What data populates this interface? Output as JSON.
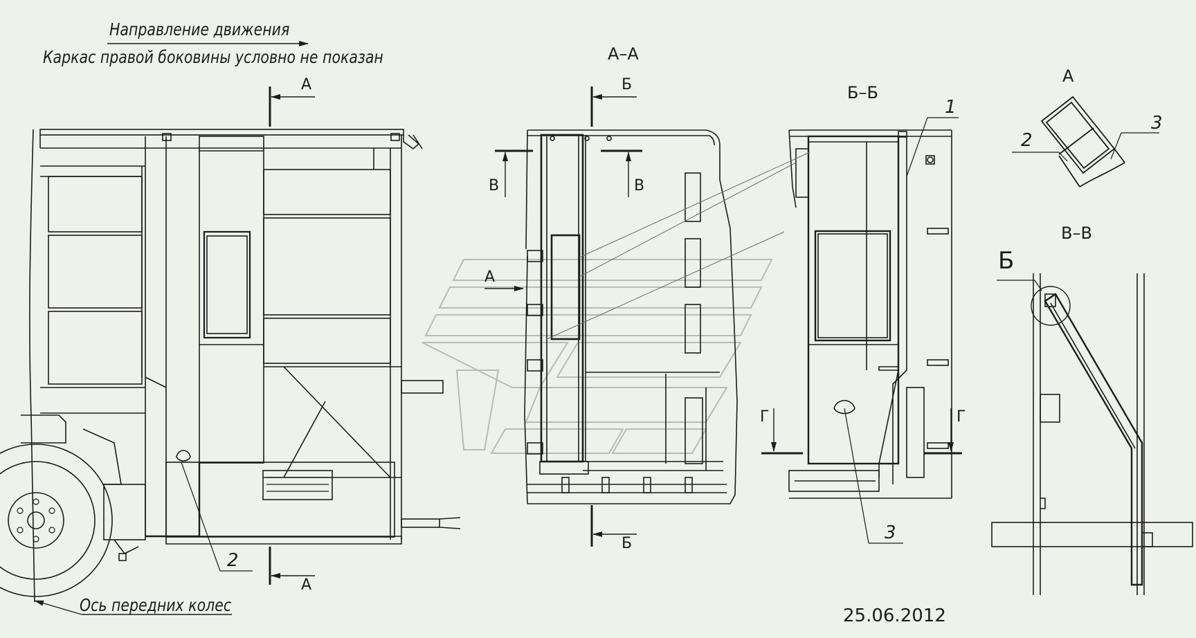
{
  "notes": {
    "direction_of_travel": "Направление движения",
    "frame_note": "Каркас правой боковины условно не показан",
    "front_axle": "Ось передних колес"
  },
  "sections": {
    "aa": "А–А",
    "bb": "Б–Б",
    "vv": "В–В",
    "view_a": "А"
  },
  "cut_letters": {
    "a": "А",
    "b": "Б",
    "v": "В",
    "g": "Г"
  },
  "callouts": {
    "p1": "1",
    "p2": "2",
    "p3": "3"
  },
  "detail_b": "Б",
  "date": "25.06.2012",
  "colors": {
    "background": "#eff2ea",
    "line": "#1c1c1c",
    "thin_line": "#6a6a6a",
    "watermark": "#b9bcb5"
  }
}
